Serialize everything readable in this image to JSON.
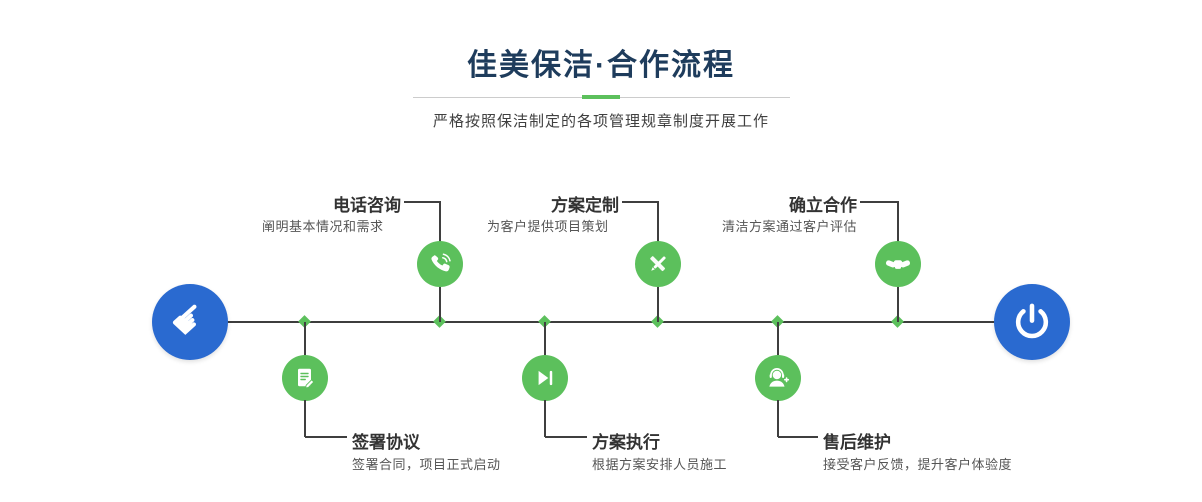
{
  "header": {
    "title": "佳美保洁·合作流程",
    "subtitle": "严格按照保洁制定的各项管理规章制度开展工作"
  },
  "colors": {
    "title_navy": "#1e3c5c",
    "accent_green": "#5cc05c",
    "brand_blue": "#2a6ad0",
    "line_dark": "#3d3d3d"
  },
  "icons": {
    "start_glyph": "☛",
    "start": "pointer-hand-icon",
    "end": "power-icon"
  },
  "timeline": {
    "steps_top": [
      {
        "title": "电话咨询",
        "desc": "阐明基本情况和需求",
        "icon": "phone-icon"
      },
      {
        "title": "方案定制",
        "desc": "为客户提供项目策划",
        "icon": "design-icon"
      },
      {
        "title": "确立合作",
        "desc": "清洁方案通过客户评估",
        "icon": "handshake-icon"
      }
    ],
    "steps_bottom": [
      {
        "title": "签署协议",
        "desc": "签署合同，项目正式启动",
        "icon": "contract-icon"
      },
      {
        "title": "方案执行",
        "desc": "根据方案安排人员施工",
        "icon": "execute-icon"
      },
      {
        "title": "售后维护",
        "desc": "接受客户反馈，提升客户体验度",
        "icon": "support-icon"
      }
    ]
  }
}
